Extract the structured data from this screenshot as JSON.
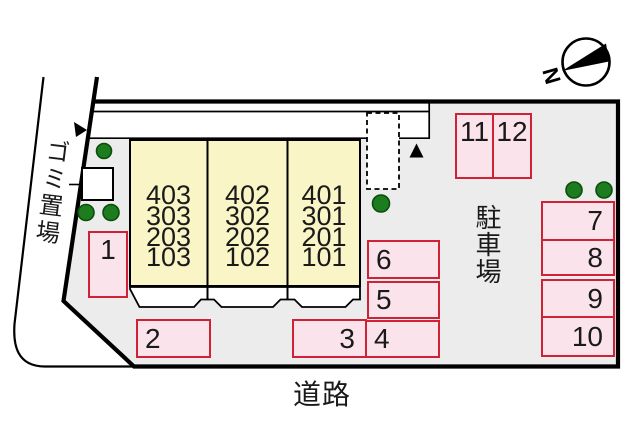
{
  "labels": {
    "garbage_area": "ゴミ置場",
    "parking_area": "駐車場",
    "road": "道路",
    "north": "N"
  },
  "building": {
    "sections": [
      {
        "rooms": [
          "403",
          "303",
          "203",
          "103"
        ]
      },
      {
        "rooms": [
          "402",
          "302",
          "202",
          "102"
        ]
      },
      {
        "rooms": [
          "401",
          "301",
          "201",
          "101"
        ]
      }
    ]
  },
  "parking": {
    "spaces": [
      {
        "id": "1"
      },
      {
        "id": "2"
      },
      {
        "id": "3"
      },
      {
        "id": "4"
      },
      {
        "id": "5"
      },
      {
        "id": "6"
      },
      {
        "id": "7"
      },
      {
        "id": "8"
      },
      {
        "id": "9"
      },
      {
        "id": "10"
      },
      {
        "id": "11"
      },
      {
        "id": "12"
      }
    ]
  },
  "colors": {
    "site_background": "#ececec",
    "building_fill": "#faf5c6",
    "parking_fill": "#fbe3ec",
    "parking_border": "#cf2236",
    "tree_green": "#1d7c1d",
    "line_black": "#000000"
  }
}
